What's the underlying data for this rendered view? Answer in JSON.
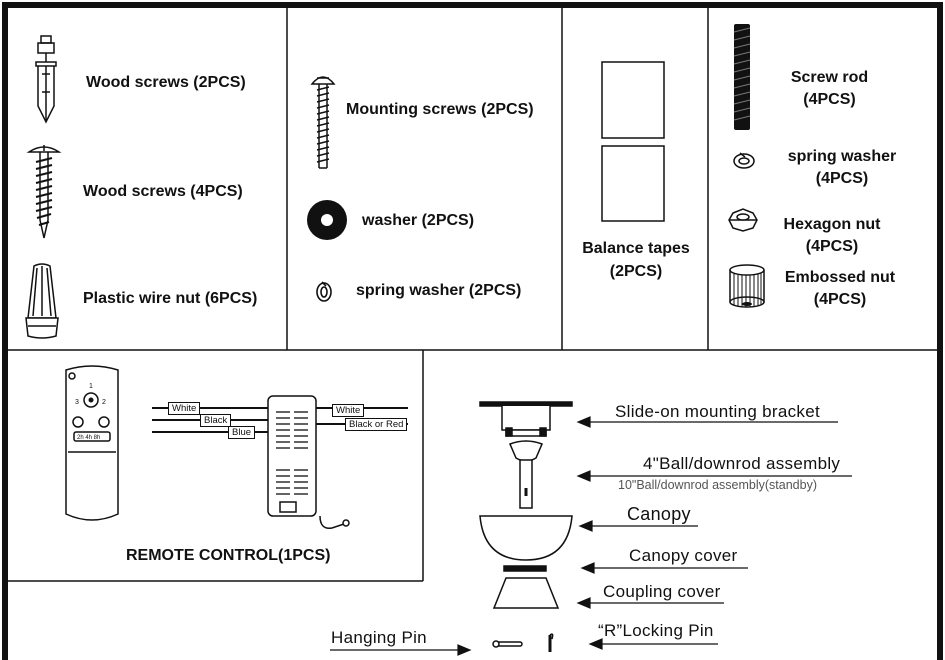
{
  "parts": {
    "wood_screws_2": "Wood screws (2PCS)",
    "wood_screws_4": "Wood screws (4PCS)",
    "plastic_wire_nut": "Plastic wire nut (6PCS)",
    "mounting_screws": "Mounting screws (2PCS)",
    "washer": "washer (2PCS)",
    "spring_washer_2": "spring washer (2PCS)",
    "balance_tapes_line1": "Balance tapes",
    "balance_tapes_line2": "(2PCS)",
    "screw_rod_line1": "Screw rod",
    "screw_rod_line2": "(4PCS)",
    "spring_washer_4_line1": "spring washer",
    "spring_washer_4_line2": "(4PCS)",
    "hexagon_nut_line1": "Hexagon nut",
    "hexagon_nut_line2": "(4PCS)",
    "embossed_nut_line1": "Embossed nut",
    "embossed_nut_line2": "(4PCS)"
  },
  "remote": {
    "caption": "REMOTE CONTROL(1PCS)",
    "wires_left": [
      "White",
      "Black",
      "Blue"
    ],
    "wires_right": [
      "White",
      "Black or Red"
    ],
    "remote_numbers": [
      "1",
      "2",
      "3"
    ],
    "timer_label": "2h 4h 8h"
  },
  "assembly": {
    "slide_on": "Slide-on  mounting  bracket",
    "ball_downrod": "4\"Ball/downrod assembly",
    "ball_downrod_standby": "10\"Ball/downrod assembly(standby)",
    "canopy": "Canopy",
    "canopy_cover": "Canopy cover",
    "coupling_cover": "Coupling cover",
    "locking_pin": "“R”Locking Pin",
    "hanging_pin": "Hanging Pin"
  }
}
